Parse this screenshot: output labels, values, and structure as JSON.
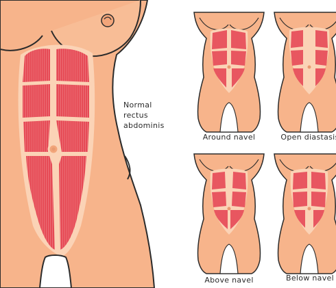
{
  "main_figure": {
    "label_lines": [
      "Normal",
      "rectus",
      "abdominis"
    ]
  },
  "variants": [
    {
      "id": "around",
      "caption": "Around navel"
    },
    {
      "id": "open",
      "caption": "Open diastasis"
    },
    {
      "id": "above",
      "caption": "Above navel"
    },
    {
      "id": "below",
      "caption": "Below navel"
    }
  ],
  "colors": {
    "skin": "#f7b48b",
    "skin_light": "#fbd3b6",
    "outline": "#2b2b2b",
    "muscle": "#e64a55",
    "muscle_line": "#f08a8f",
    "background": "#ffffff"
  }
}
